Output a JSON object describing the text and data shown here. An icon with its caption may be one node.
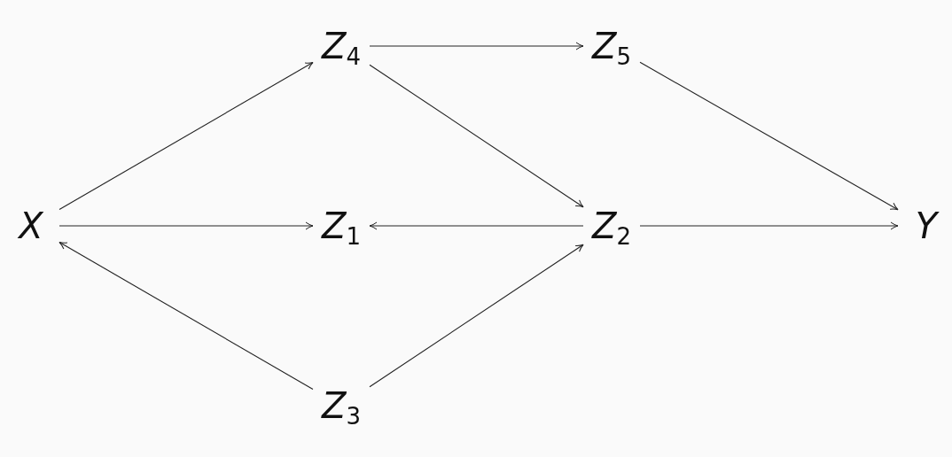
{
  "diagram": {
    "nodes": [
      {
        "text": [
          "*Z*$_{4}$"
        ]
      },
      {
        "text": [
          "*Z*$_{5}$"
        ]
      },
      {
        "text": [
          "*X*"
        ]
      },
      {
        "text": [
          "*Z*$_{1}$"
        ]
      },
      {
        "text": [
          "*Z*$_{2}$"
        ]
      },
      {
        "text": [
          "*Y*"
        ]
      },
      {
        "text": [
          "*Z*$_{3}$"
        ]
      }
    ],
    "edges": [
      {
        "from": 2,
        "to": 0,
        "arrow": "to"
      },
      {
        "from": 0,
        "to": 1,
        "arrow": "to"
      },
      {
        "from": 1,
        "to": 5,
        "arrow": "to"
      },
      {
        "from": 0,
        "to": 4,
        "arrow": "to"
      },
      {
        "from": 2,
        "to": 3,
        "arrow": "to"
      },
      {
        "from": 4,
        "to": 3,
        "arrow": "to"
      },
      {
        "from": 4,
        "to": 5,
        "arrow": "to"
      },
      {
        "from": 6,
        "to": 2,
        "arrow": "to"
      },
      {
        "from": 6,
        "to": 4,
        "arrow": "to"
      }
    ]
  }
}
